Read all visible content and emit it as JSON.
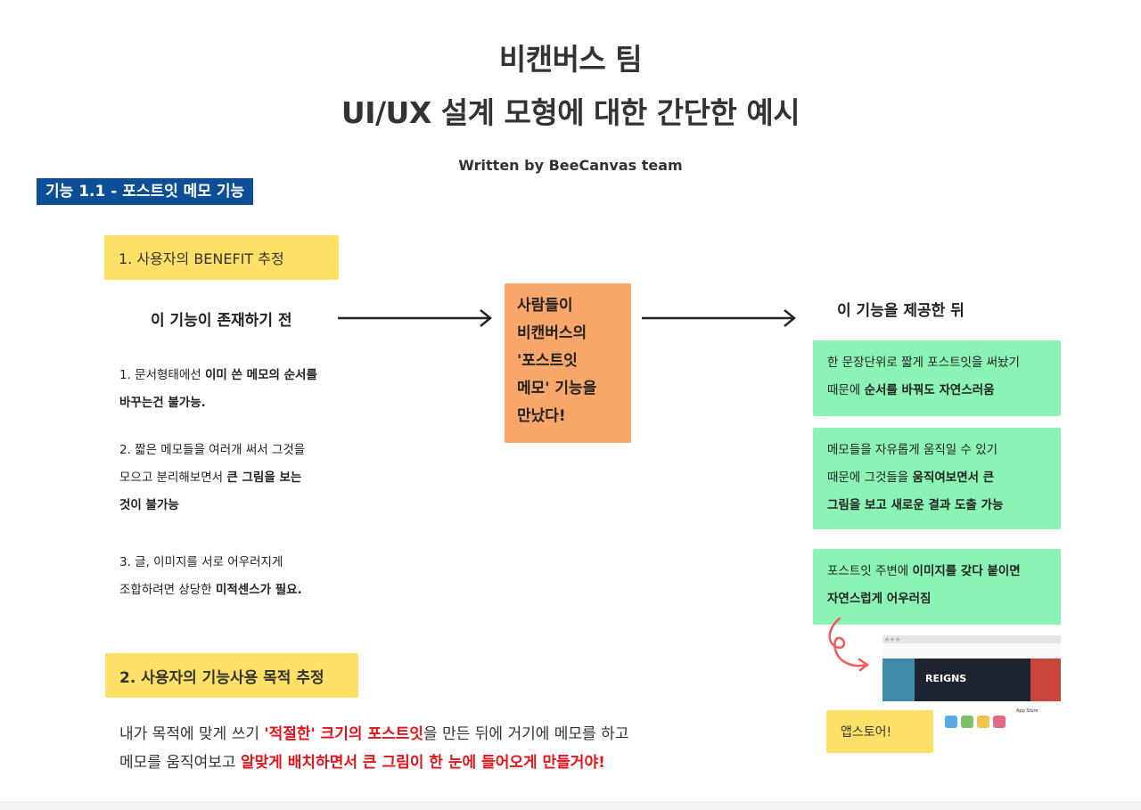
{
  "header": {
    "title_line1": "비캔버스 팀",
    "title_line2": "UI/UX 설계 모형에 대한 간단한 예시",
    "byline": "Written by BeeCanvas team"
  },
  "section_tag": "기능 1.1 - 포스트잇 메모 기능",
  "benefit": {
    "label": "1. 사용자의 BENEFIT 추정",
    "before_title": "이 기능이 존재하기 전",
    "item1_a": "1. 문서형태에선 ",
    "item1_b": "이미 쓴 메모의 순서를",
    "item1_c": "바꾸는건 불가능.",
    "item2_a": "2. 짧은 메모들을 여러개 써서 그것을",
    "item2_b": "모으고 분리해보면서 ",
    "item2_c": "큰 그림을 보는",
    "item2_d": "것이 불가능",
    "item3_a": "3. 글, 이미지를 서로 어우러지게",
    "item3_b": "조합하려면 상당한 ",
    "item3_c": "미적센스가 필요."
  },
  "center_note": {
    "line1": "사람들이",
    "line2": "비캔버스의",
    "line3": "'포스트잇",
    "line4": "메모' 기능을",
    "line5": "만났다!"
  },
  "after": {
    "title": "이 기능을 제공한 뒤",
    "card1_a": "한 문장단위로 짧게 포스트잇을 써놨기",
    "card1_b": "때문에 ",
    "card1_c": "순서를 바꿔도 자연스러움",
    "card2_a": "메모들을 자유롭게 움직일 수 있기",
    "card2_b": "때문에 그것들을 ",
    "card2_c": "움직여보면서 큰",
    "card2_d": "그림을 보고 새로운 결과 도출 가능",
    "card3_a": "포스트잇 주변에 ",
    "card3_b": "이미지를 갖다 붙이면",
    "card3_c": "자연스럽게 어우러짐"
  },
  "appstore_note": "앱스토어!",
  "appstore_shot": {
    "banner_text": "REIGNS",
    "store_label": "App Store"
  },
  "usage": {
    "label": "2. 사용자의 기능사용 목적 추정",
    "line1_a": "내가 목적에 맞게 쓰기 ",
    "line1_b": "'적절한' 크기의 포스트잇",
    "line1_c": "을 만든 뒤에 거기에 메모를 하고",
    "line2_a": "메모를 움직여보고 ",
    "line2_b": "알맞게 배치하면서 큰 그림이 한 눈에 들어오게 만들거야!"
  },
  "colors": {
    "section_tag_bg": "#0c4f96",
    "yellow_note": "#ffe066",
    "orange_note": "#f9a66a",
    "green_note": "#8bf4b4",
    "emphasis_red": "#e3141a"
  }
}
